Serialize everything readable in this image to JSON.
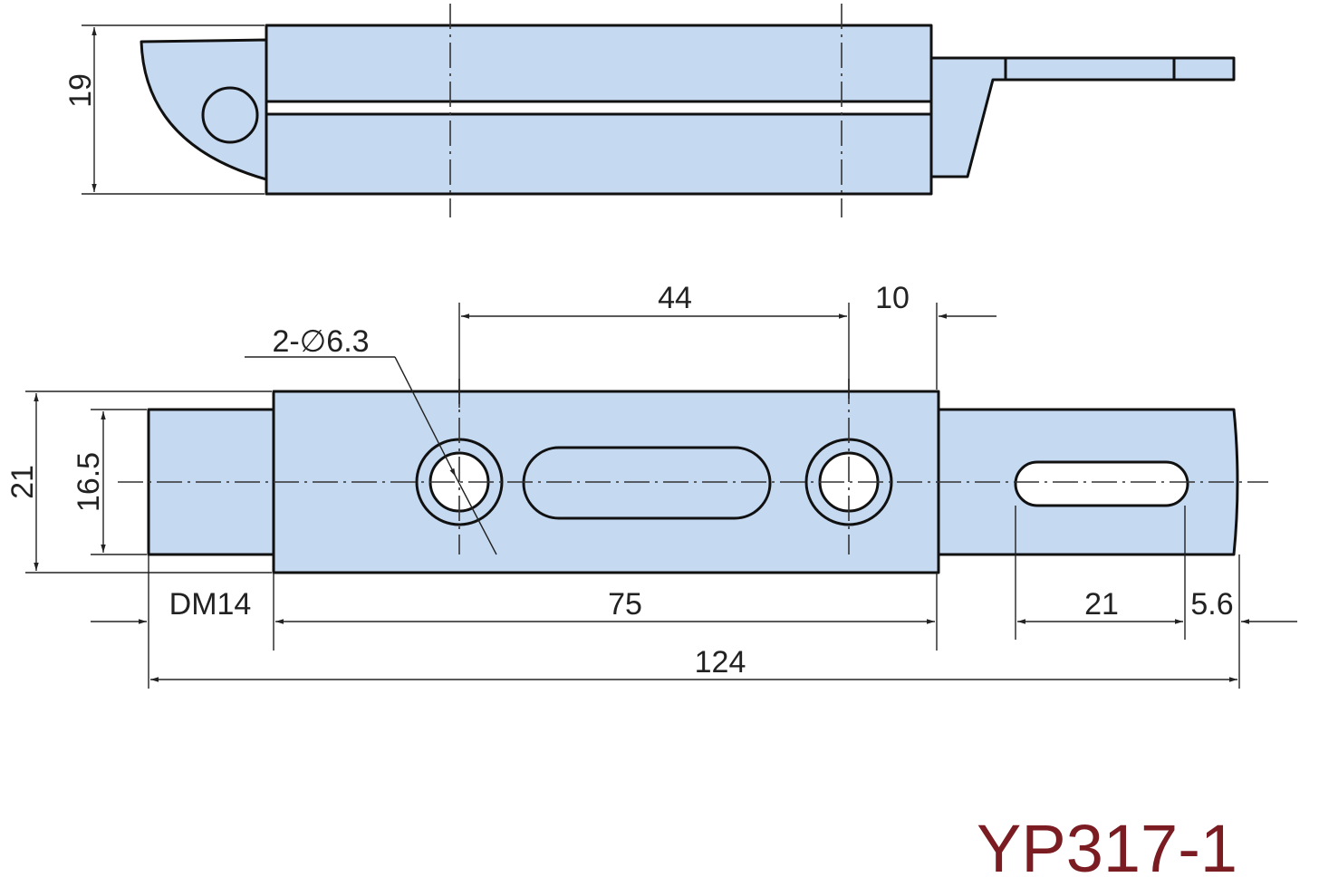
{
  "drawing": {
    "model_number": "YP317-1",
    "accent_color": "#c5d9f1",
    "model_color": "#7a1c22",
    "dimensions": {
      "side_height": "19",
      "hole_pitch": "44",
      "end_offset": "10",
      "hole_spec": "2-∅6.3",
      "total_height": "21",
      "inner_height": "16.5",
      "dm": "DM14",
      "body_length": "75",
      "slot_length": "21",
      "tip_length": "5.6",
      "overall_length": "124"
    }
  }
}
